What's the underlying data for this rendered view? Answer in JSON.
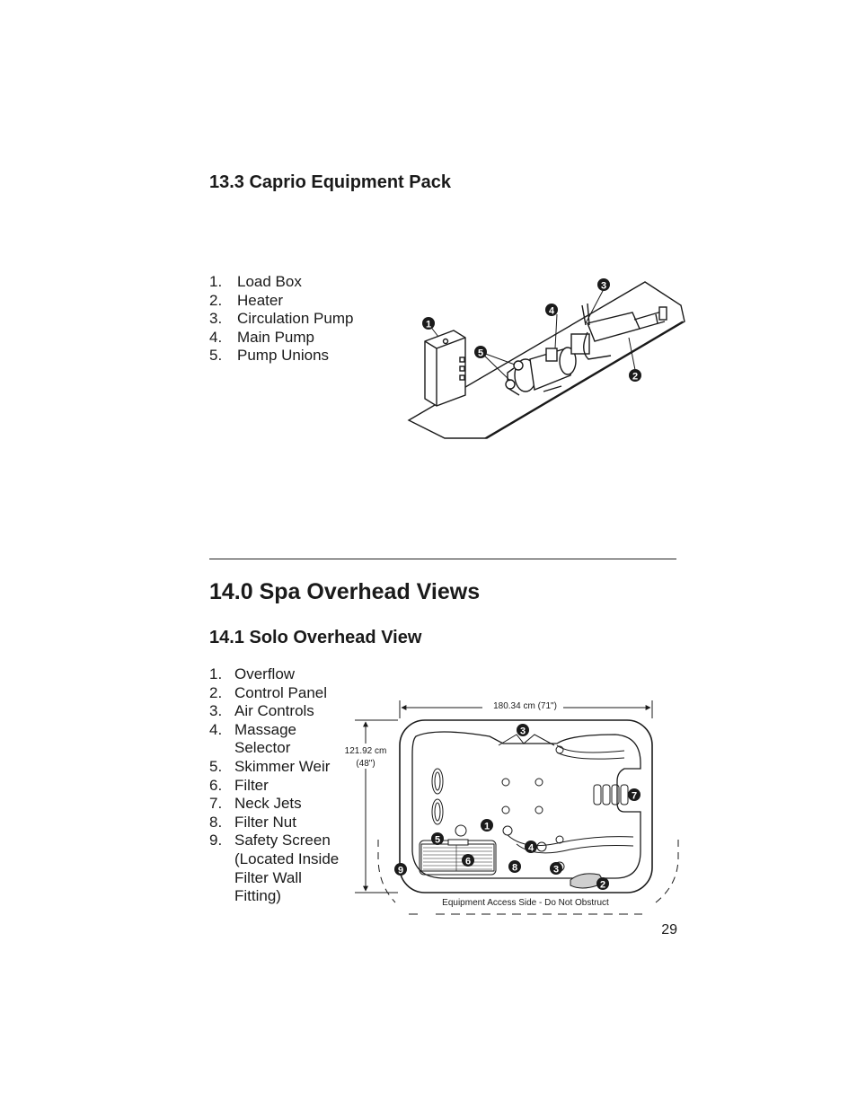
{
  "section_13_3": {
    "heading": "13.3  Caprio Equipment Pack",
    "items": [
      {
        "num": "1.",
        "label": "Load Box"
      },
      {
        "num": "2.",
        "label": "Heater"
      },
      {
        "num": "3.",
        "label": "Circulation Pump"
      },
      {
        "num": "4.",
        "label": "Main Pump"
      },
      {
        "num": "5.",
        "label": "Pump Unions"
      }
    ],
    "callouts": [
      "1",
      "2",
      "3",
      "4",
      "5"
    ]
  },
  "section_14": {
    "heading": "14.0  Spa Overhead Views"
  },
  "section_14_1": {
    "heading": "14.1  Solo Overhead View",
    "items": [
      {
        "num": "1.",
        "label": "Overflow"
      },
      {
        "num": "2.",
        "label": "Control Panel"
      },
      {
        "num": "3.",
        "label": "Air Controls"
      },
      {
        "num": "4.",
        "label": "Massage Selector"
      },
      {
        "num": "5.",
        "label": "Skimmer Weir"
      },
      {
        "num": "6.",
        "label": "Filter"
      },
      {
        "num": "7.",
        "label": "Neck Jets"
      },
      {
        "num": "8.",
        "label": "Filter Nut"
      },
      {
        "num": "9.",
        "label": "Safety Screen (Located Inside Filter Wall Fitting)"
      }
    ],
    "dim_width": "180.34 cm (71\")",
    "dim_height_cm": "121.92 cm",
    "dim_height_in": "(48\")",
    "access_note": "Equipment Access Side - Do Not Obstruct",
    "callouts": [
      "3",
      "7",
      "1",
      "5",
      "4",
      "6",
      "9",
      "8",
      "3",
      "2"
    ]
  },
  "page_number": "29"
}
